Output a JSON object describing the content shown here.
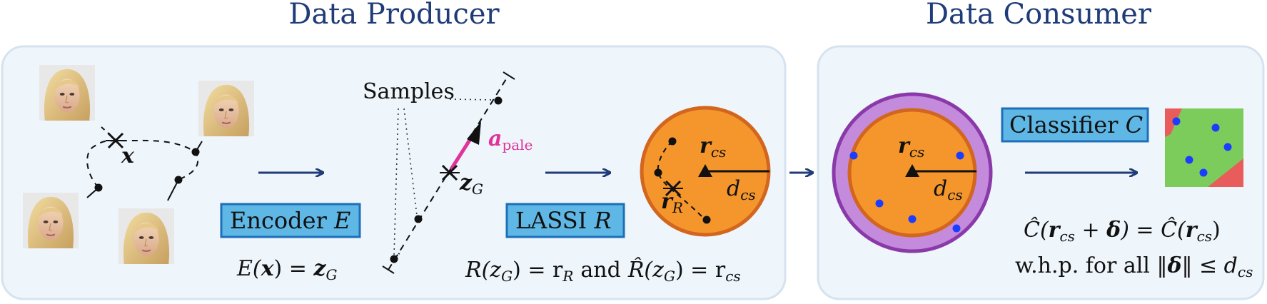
{
  "titles": {
    "producer": "Data Producer",
    "consumer": "Data Consumer"
  },
  "producer": {
    "encoder_box": {
      "label": "Encoder",
      "symbol": "E"
    },
    "encoder_eq": {
      "lhs": "E(",
      "x": "x",
      "rhs": ") = ",
      "z": "z",
      "sub": "G"
    },
    "latent": {
      "samples_label": "Samples",
      "x_label": "x",
      "zg_label": "z",
      "zg_sub": "G",
      "a_label": "a",
      "a_sub": "pale"
    },
    "lassi_box": {
      "label": "LASSI",
      "symbol": "R"
    },
    "lassi_eq": {
      "part1": "R(z",
      "part1_sub": "G",
      "part2": ") = r",
      "part2_sub": "R",
      "and": "and",
      "part3": "R̂(z",
      "part3_sub": "G",
      "part4": ") = r",
      "part4_sub": "cs"
    },
    "ball": {
      "center": "r",
      "center_sub": "cs",
      "radius": "d",
      "radius_sub": "cs",
      "proj": "r",
      "proj_sub": "R"
    }
  },
  "consumer": {
    "ball": {
      "center": "r",
      "center_sub": "cs",
      "radius": "d",
      "radius_sub": "cs"
    },
    "classifier_box": {
      "label": "Classifier",
      "symbol": "C"
    },
    "eq_line1": "Ĉ(r_cs + δ) = Ĉ(r_cs)",
    "eq_line1_parts": {
      "a": "Ĉ(",
      "b": "r",
      "b_sub": "cs",
      "c": " + ",
      "d": "δ",
      "e": ") = Ĉ(",
      "f": "r",
      "f_sub": "cs",
      "g": ")"
    },
    "eq_line2_parts": {
      "a": "w.h.p. for all ‖",
      "b": "δ",
      "c": "‖ ≤ d",
      "c_sub": "cs"
    }
  },
  "colors": {
    "title": "#1f3c78",
    "panel_fill": "#eef5fb",
    "panel_stroke": "#d6e3ef",
    "box_fill": "#5fb7e5",
    "box_stroke": "#1c6fb8",
    "orange": "#f5962d",
    "orange_stroke": "#d2661e",
    "purple": "#c48bdc",
    "purple_stroke": "#8a3aa8",
    "magenta": "#e0339b",
    "arrow": "#1f3c78",
    "blue_dot": "#1a3dff",
    "green": "#7ccc5c",
    "red": "#e85c5c"
  },
  "icons": [
    "face-photo-1",
    "face-photo-2",
    "face-photo-3",
    "face-photo-4"
  ]
}
